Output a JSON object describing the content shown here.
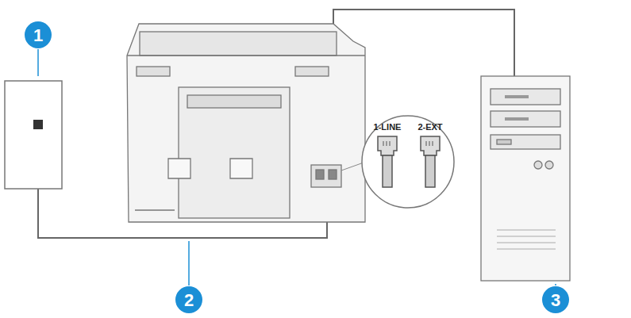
{
  "diagram": {
    "labels": [
      "1",
      "1-LINE",
      "2-EXT",
      "2",
      "3"
    ]
  }
}
